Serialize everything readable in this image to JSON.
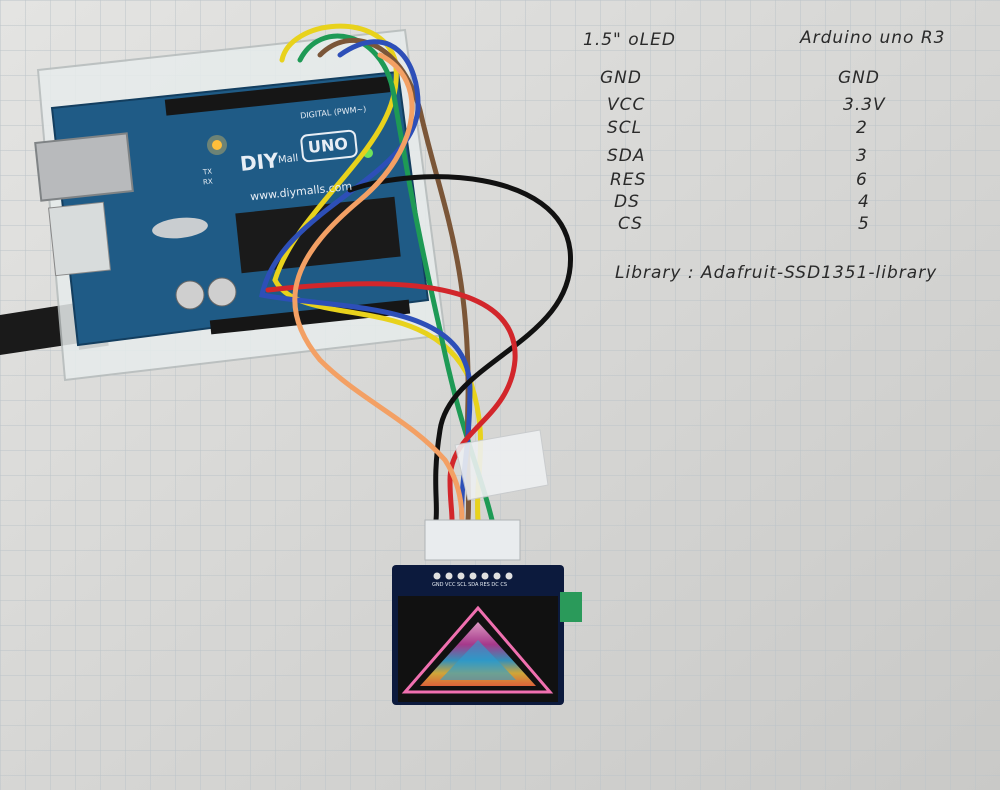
{
  "notes": {
    "col_left_header": "1.5\" oLED",
    "col_right_header": "Arduino uno R3",
    "pin_rows": [
      {
        "oled": "GND",
        "arduino": "GND"
      },
      {
        "oled": "VCC",
        "arduino": "3.3V"
      },
      {
        "oled": "SCL",
        "arduino": "2"
      },
      {
        "oled": "SDA",
        "arduino": "3"
      },
      {
        "oled": "RES",
        "arduino": "6"
      },
      {
        "oled": "DS",
        "arduino": "4"
      },
      {
        "oled": "CS",
        "arduino": "5"
      }
    ],
    "library_line": "Library : Adafruit-SSD1351-library"
  },
  "board": {
    "brand": "DIY",
    "brand_small": "Mall",
    "model": "UNO",
    "url": "www.diymalls.com",
    "digital_label": "DIGITAL (PWM~)",
    "tx": "TX",
    "rx": "RX"
  },
  "oled_module": {
    "pin_labels": "GND VCC SCL SDA RES DC CS"
  },
  "colors": {
    "paper": "#dcdcda",
    "grid": "#b9c3c9",
    "board_blue": "#1f5b86",
    "wire_yellow": "#e8d21c",
    "wire_green": "#1e9a55",
    "wire_brown": "#7b5638",
    "wire_blue": "#2d4fb8",
    "wire_black": "#111111",
    "wire_red": "#d2262b",
    "wire_orange": "#f3a064"
  }
}
